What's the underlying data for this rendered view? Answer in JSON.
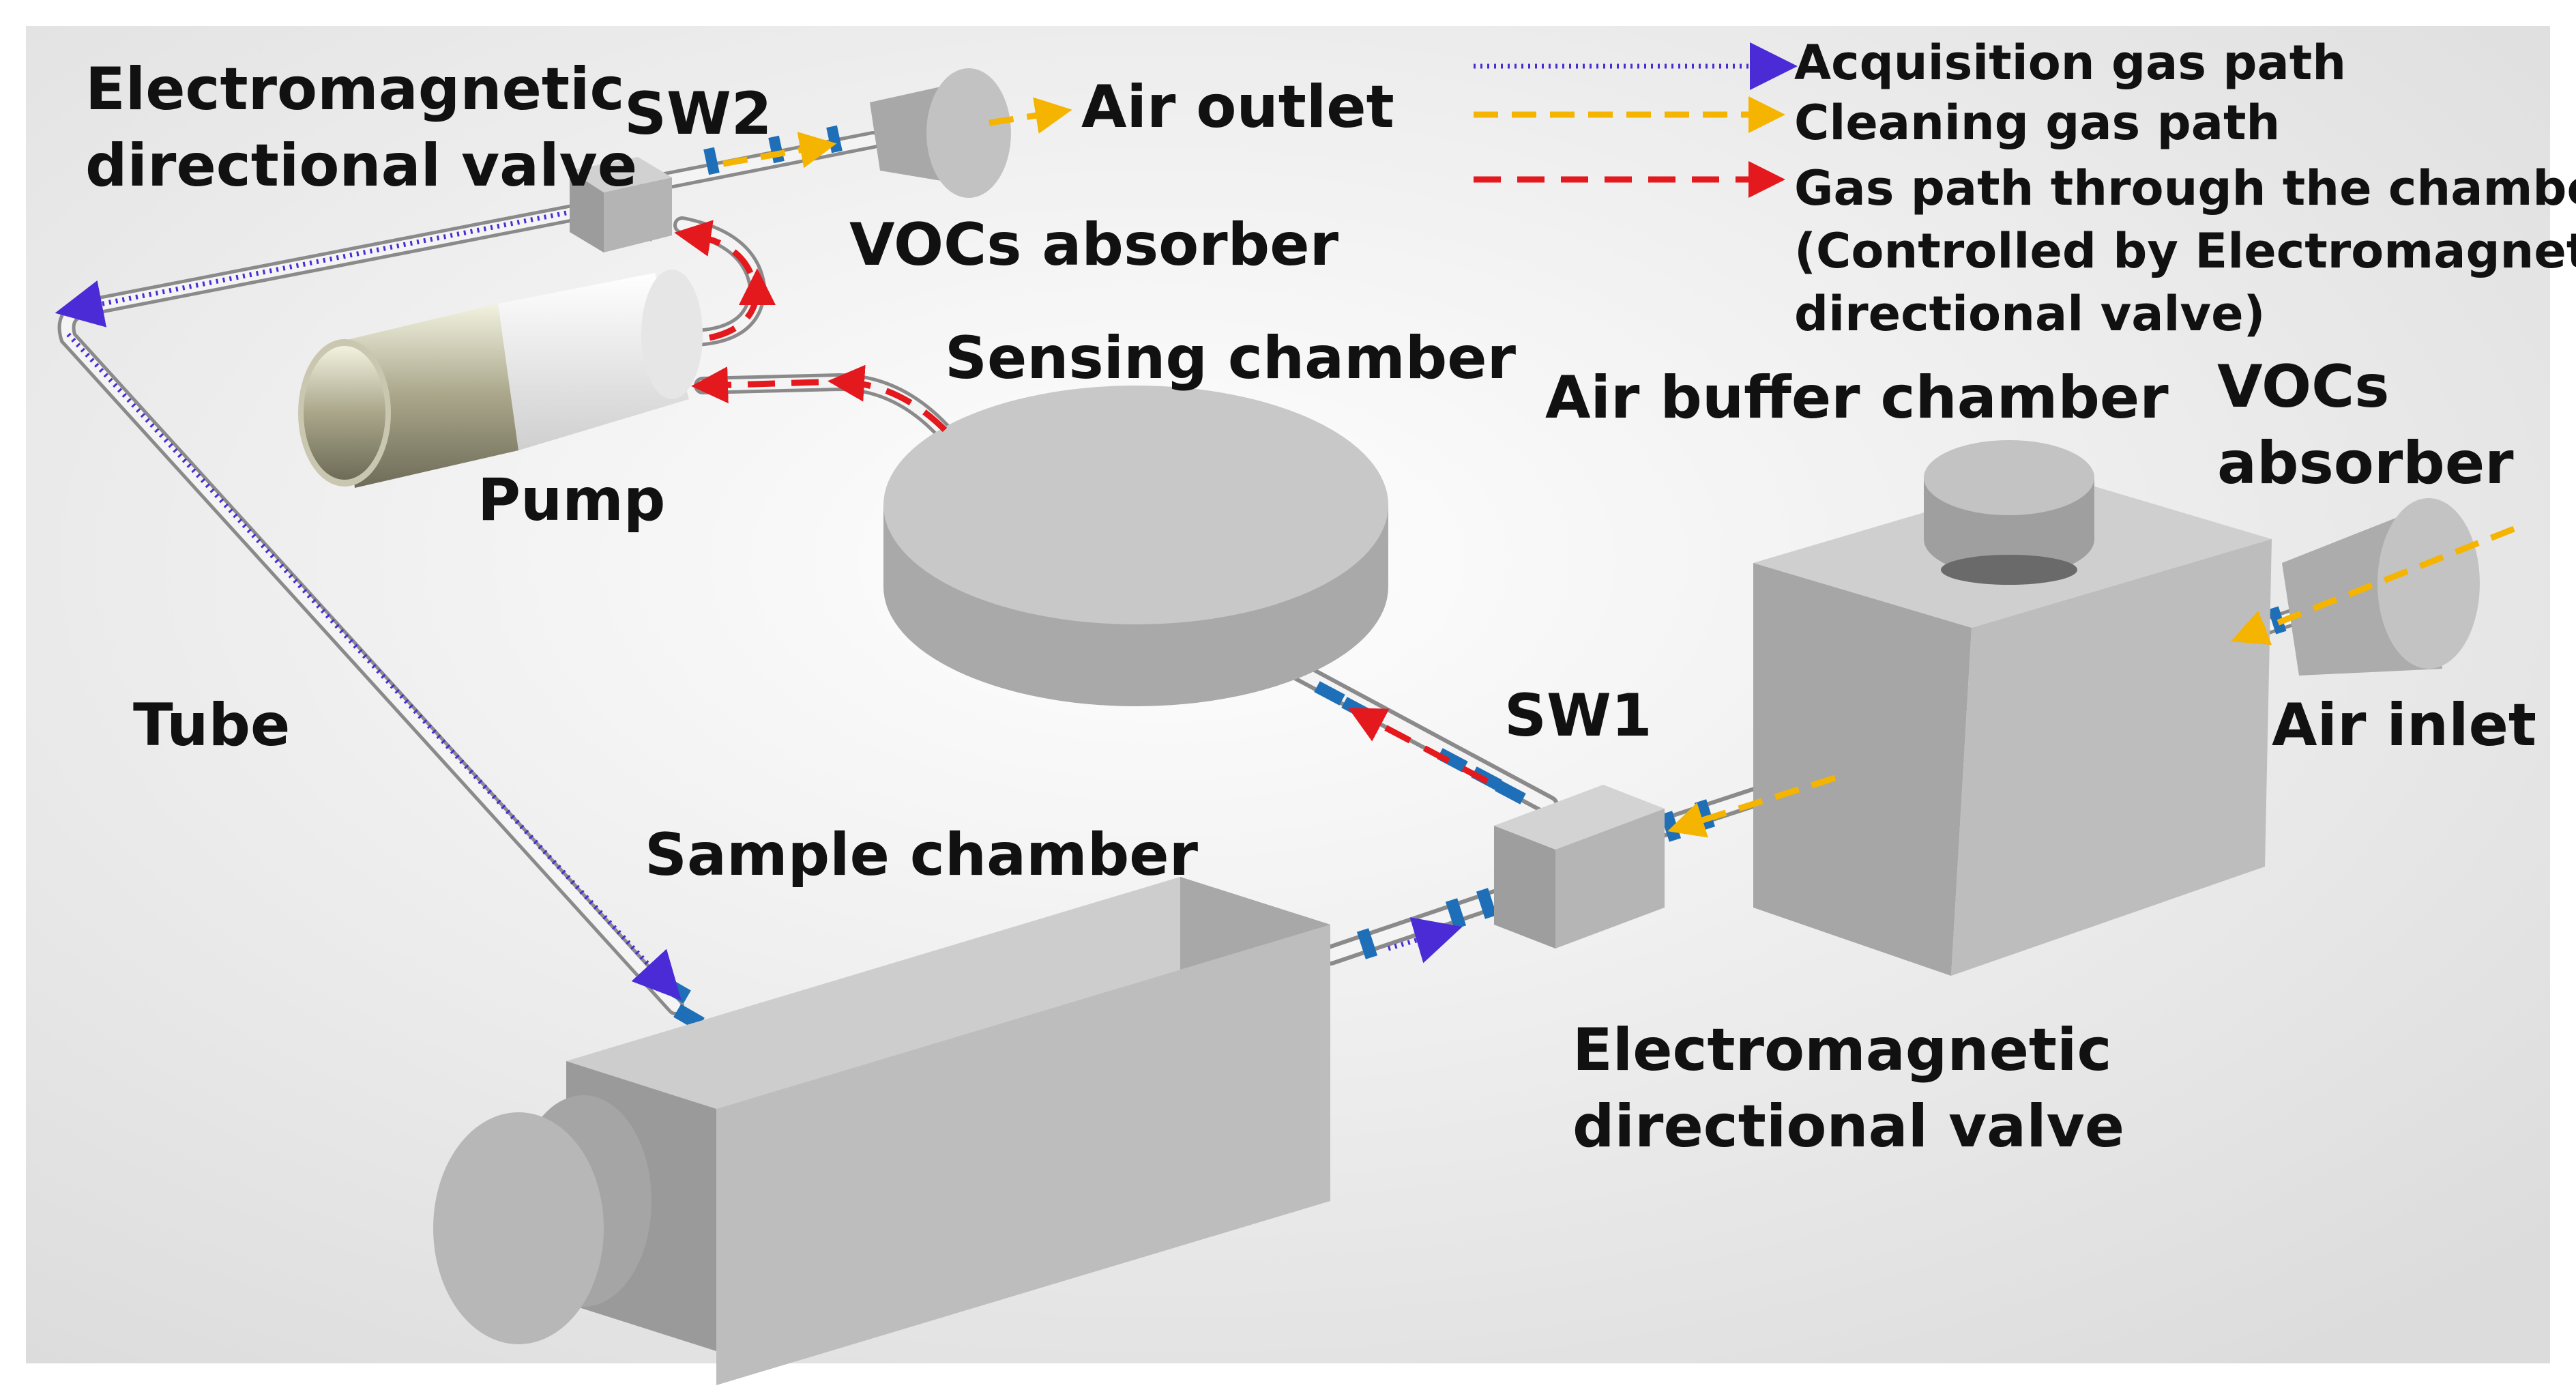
{
  "labels": {
    "valve_top_line1": "Electromagnetic",
    "valve_top_line2": "directional valve",
    "sw2": "SW2",
    "air_outlet": "Air outlet",
    "vocs_absorber_top": "VOCs absorber",
    "sensing_chamber": "Sensing chamber",
    "air_buffer_chamber": "Air buffer chamber",
    "vocs_absorber_right_line1": "VOCs",
    "vocs_absorber_right_line2": "absorber",
    "pump": "Pump",
    "tube": "Tube",
    "sw1": "SW1",
    "air_inlet": "Air inlet",
    "sample_chamber": "Sample chamber",
    "valve_bottom_line1": "Electromagnetic",
    "valve_bottom_line2": "directional valve"
  },
  "legend": {
    "acquisition": "Acquisition gas path",
    "cleaning": "Cleaning gas path",
    "through_line1": "Gas path through the chamber",
    "through_line2": "(Controlled by Electromagnetic",
    "through_line3": "directional valve)"
  },
  "colors": {
    "acquisition": "#4b2bd6",
    "cleaning": "#f5b400",
    "through": "#e3191e",
    "component": "#b9b9b9",
    "tube_ring": "#1e6fb8"
  }
}
